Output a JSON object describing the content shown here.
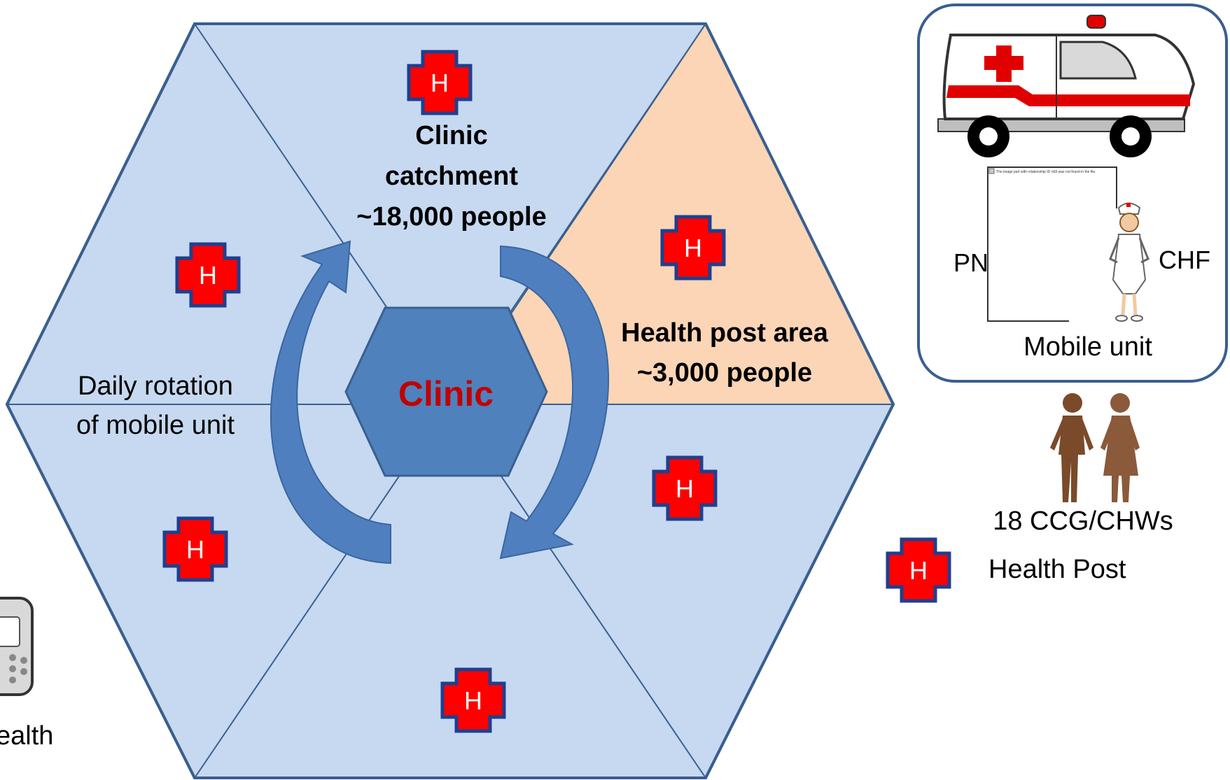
{
  "diagram": {
    "clinic_label": "Clinic",
    "clinic_catchment": {
      "line1": "Clinic",
      "line2": "catchment",
      "line3": "~18,000 people"
    },
    "health_post_area": {
      "line1": "Health post area",
      "line2": "~3,000 people"
    },
    "rotation": {
      "line1": "Daily rotation",
      "line2": "of mobile unit"
    },
    "health_post_marker": "H",
    "colors": {
      "hexagon_fill": "#c6d9f0",
      "hexagon_stroke": "#3a5f8f",
      "highlight_wedge": "#fbd5b5",
      "clinic_fill": "#4f81bd",
      "clinic_text": "#c00000",
      "arrow_fill": "#4f7fbf",
      "health_post_red": "#ff0000",
      "health_post_border": "#1f3f8f"
    }
  },
  "mobile_unit_panel": {
    "pn_label": "PN",
    "chf_label": "CHF",
    "caption": "Mobile unit",
    "broken_image_text": "The image part with relationship ID rId3 was not found in the file."
  },
  "legend": {
    "chw_label": "18 CCG/CHWs",
    "health_post_label": "Health Post"
  },
  "left_edge": {
    "partial_text": "ealth"
  }
}
